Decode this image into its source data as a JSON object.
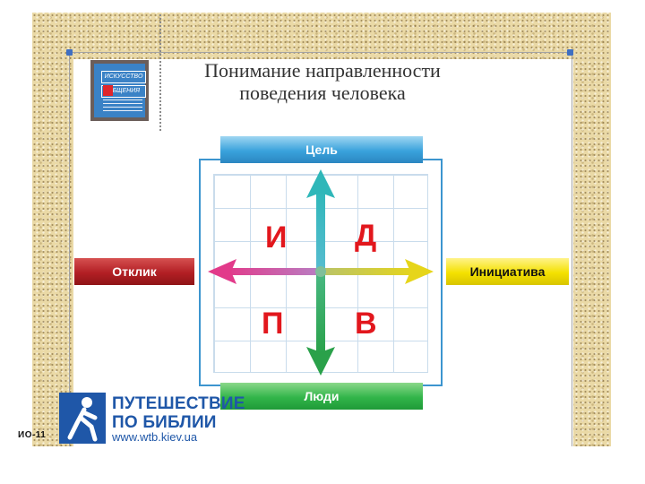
{
  "header": {
    "logo_line1": "ИСКУССТВО",
    "logo_line2": "ОБЩЕНИЯ",
    "title_line1": "Понимание направленности",
    "title_line2": "поведения человека"
  },
  "diagram": {
    "top_label": "Цель",
    "bottom_label": "Люди",
    "left_label": "Отклик",
    "right_label": "Инициатива",
    "quadrants": {
      "top_left": "И",
      "top_right": "Д",
      "bottom_left": "П",
      "bottom_right": "В"
    },
    "colors": {
      "goal": "#39a2dc",
      "people": "#32b54a",
      "response": "#b21f24",
      "initiative": "#f4e100",
      "left_arrow": "#e23a8a",
      "right_arrow": "#e6d51a",
      "up_arrow": "#2fb7b9",
      "down_arrow": "#2aa14a",
      "letters": "#e2171d"
    }
  },
  "footer": {
    "code": "ИО-11",
    "org_line1": "ПУТЕШЕСТВИЕ",
    "org_line2": "ПО БИБЛИИ",
    "website": "www.wtb.kiev.ua",
    "logo_icon": "walking-figure-icon"
  }
}
